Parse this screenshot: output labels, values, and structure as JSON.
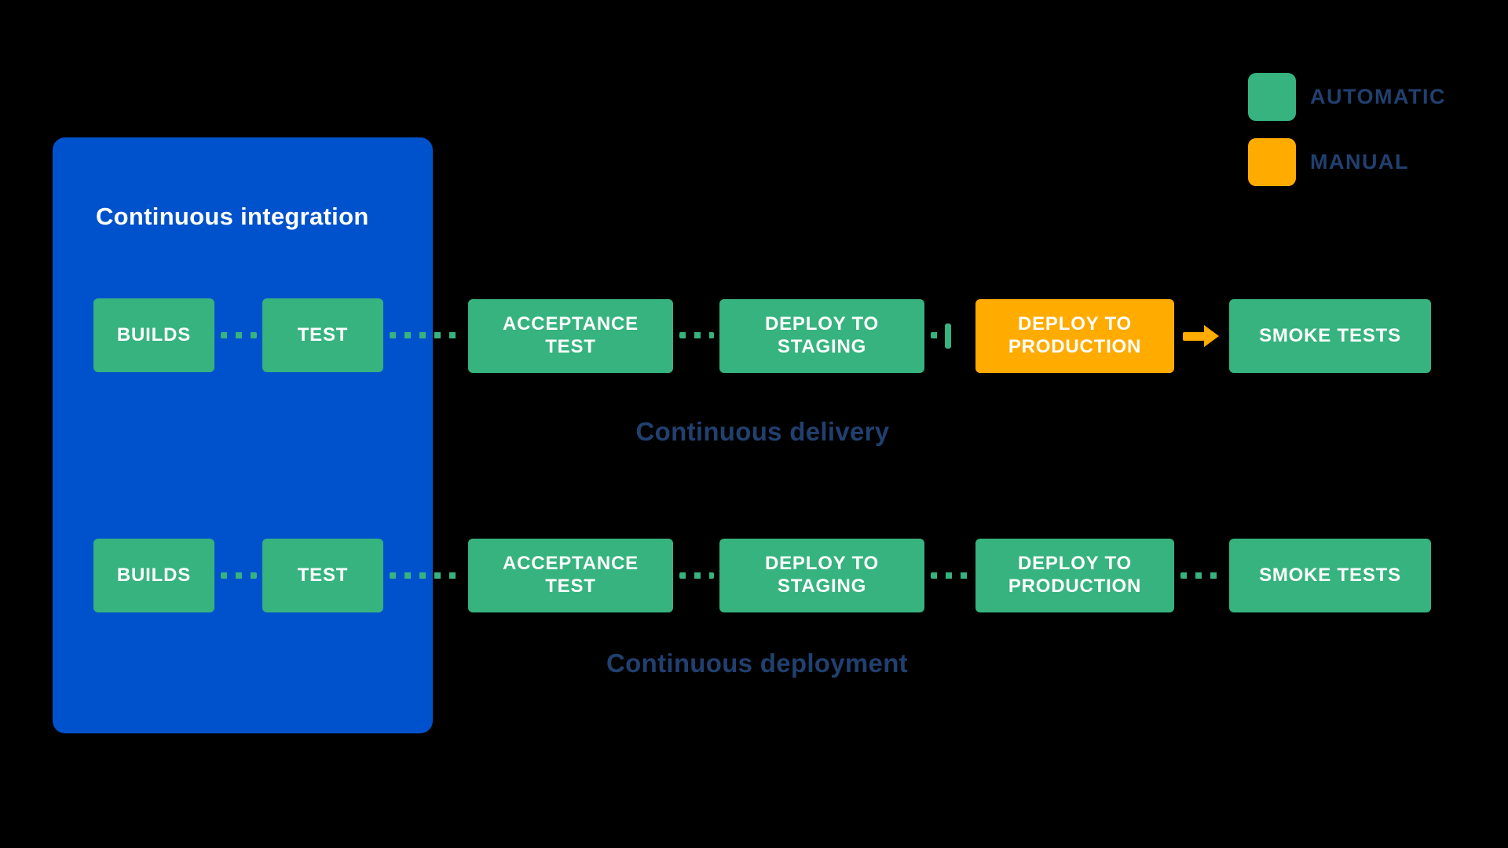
{
  "legend": {
    "automatic": "AUTOMATIC",
    "manual": "MANUAL"
  },
  "ci": {
    "title": "Continuous integration"
  },
  "delivery": {
    "caption": "Continuous delivery",
    "steps": {
      "builds": "BUILDS",
      "test": "TEST",
      "acceptance": "ACCEPTANCE TEST",
      "staging": "DEPLOY TO STAGING",
      "production": "DEPLOY TO PRODUCTION",
      "smoke": "SMOKE TESTS"
    }
  },
  "deployment": {
    "caption": "Continuous deployment",
    "steps": {
      "builds": "BUILDS",
      "test": "TEST",
      "acceptance": "ACCEPTANCE TEST",
      "staging": "DEPLOY TO STAGING",
      "production": "DEPLOY TO PRODUCTION",
      "smoke": "SMOKE TESTS"
    }
  },
  "colors": {
    "background": "#000000",
    "blue": "#0052CC",
    "automatic_green": "#36B37E",
    "manual_orange": "#FFAB00",
    "caption_navy": "#21406F"
  }
}
